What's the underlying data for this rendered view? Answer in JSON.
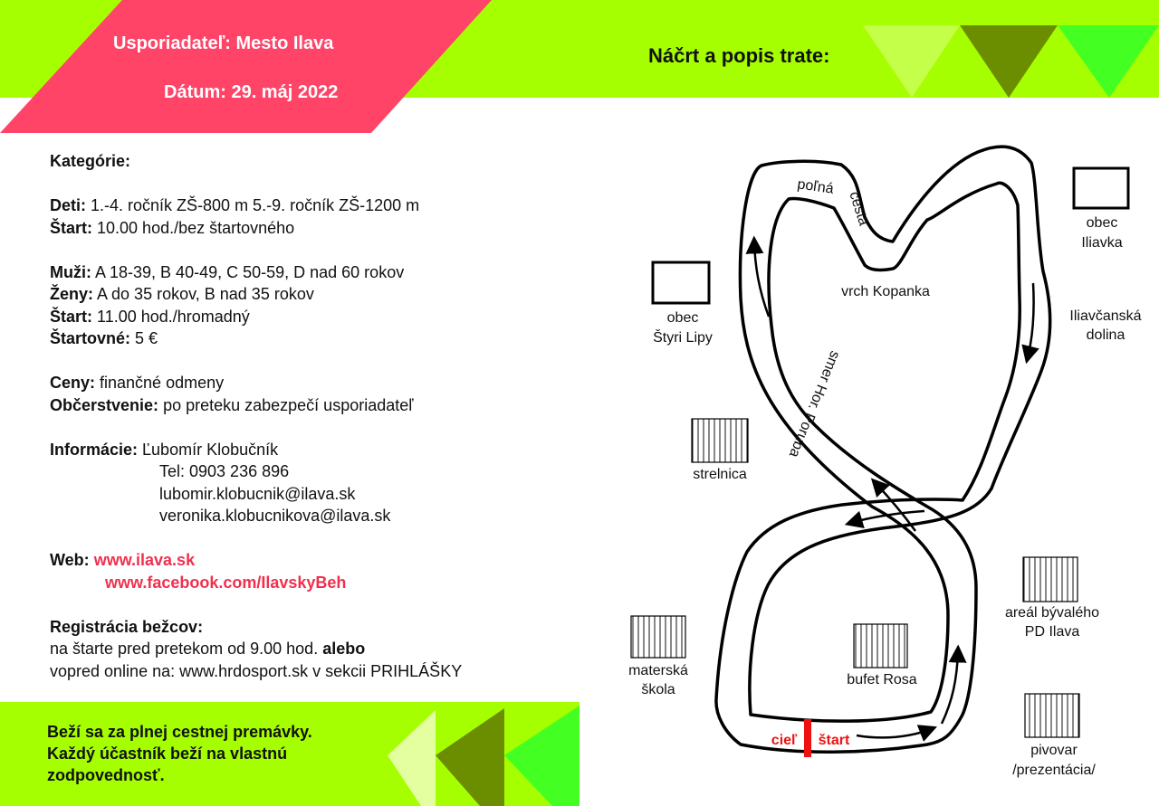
{
  "header": {
    "organizer": "Usporiadateľ: Mesto Ilava",
    "date": "Dátum: 29. máj 2022",
    "map_title": "Náčrt a popis trate:"
  },
  "colors": {
    "green": "#a6ff00",
    "pink": "#ff4468",
    "pale_green": "#c4ff4a",
    "olive": "#6b8e00",
    "bright_green": "#44ff22",
    "red": "#ee1111"
  },
  "info": {
    "categories_heading": "Kategórie:",
    "kids_label": "Deti:",
    "kids_value": " 1.-4. ročník ZŠ-800 m   5.-9. ročník ZŠ-1200 m",
    "start1_label": "Štart:",
    "start1_value": " 10.00 hod./bez štartovného",
    "men_label": "Muži:",
    "men_value": " A 18-39, B 40-49, C 50-59, D nad 60 rokov",
    "women_label": "Ženy:",
    "women_value": " A do 35 rokov, B nad 35 rokov",
    "start2_label": "Štart:",
    "start2_value": " 11.00 hod./hromadný",
    "fee_label": "Štartovné:",
    "fee_value": " 5 €",
    "prizes_label": "Ceny:",
    "prizes_value": " finančné odmeny",
    "refresh_label": "Občerstvenie:",
    "refresh_value": " po preteku zabezpečí usporiadateľ",
    "contact_label": "Informácie:",
    "contact_name": " Ľubomír Klobučník",
    "contact_tel": "Tel: 0903 236 896",
    "contact_email1": "lubomir.klobucnik@ilava.sk",
    "contact_email2": "veronika.klobucnikova@ilava.sk",
    "web_label": "Web:",
    "web1": "www.ilava.sk",
    "web2": "www.facebook.com/IlavskyBeh",
    "reg_heading": "Registrácia bežcov:",
    "reg_line1": "na štarte pred pretekom od 9.00 hod. ",
    "reg_line1_bold": "alebo",
    "reg_line2": "vopred online na: www.hrdosport.sk v sekcii PRIHLÁŠKY"
  },
  "footer": {
    "line1": "Beží sa za plnej cestnej premávky.",
    "line2": "Každý účastník beží na vlastnú",
    "line3": "zodpovednosť."
  },
  "map": {
    "finish": "cieľ",
    "start": "štart",
    "field_road_1": "poľná",
    "field_road_2": "cesta",
    "hill": "vrch Kopanka",
    "direction": "smer Hor. Poruba",
    "iliavka_1": "obec",
    "iliavka_2": "Iliavka",
    "lipy_1": "obec",
    "lipy_2": "Štyri Lipy",
    "valley_1": "Iliavčanská",
    "valley_2": "dolina",
    "shooting": "strelnica",
    "area_1": "areál bývalého",
    "area_2": "PD Ilava",
    "kindergarten_1": "materská",
    "kindergarten_2": "škola",
    "buffet": "bufet Rosa",
    "brewery_1": "pivovar",
    "brewery_2": "/prezentácia/"
  }
}
